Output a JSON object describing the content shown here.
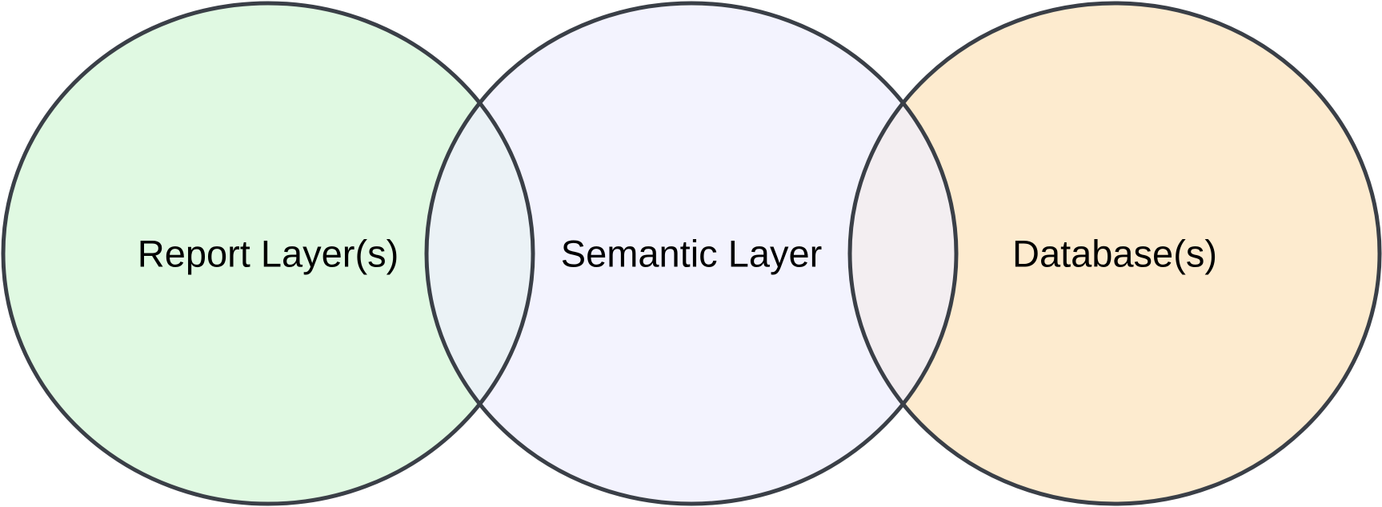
{
  "diagram": {
    "circles": [
      {
        "id": "report",
        "label": "Report Layer(s)",
        "fill": "#e0f9e2"
      },
      {
        "id": "semantic",
        "label": "Semantic Layer",
        "fill": "#efeefd"
      },
      {
        "id": "database",
        "label": "Database(s)",
        "fill": "#fdebcf"
      }
    ],
    "stroke_color": "#3a3f47"
  }
}
